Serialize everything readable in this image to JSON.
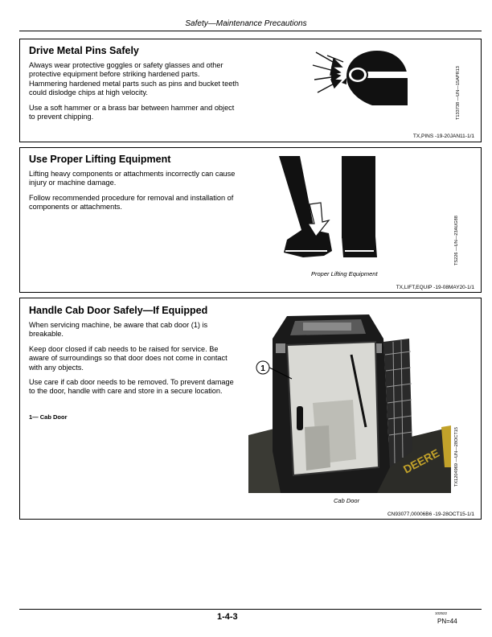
{
  "header": {
    "title": "Safety—Maintenance Precautions"
  },
  "sections": [
    {
      "title": "Drive Metal Pins Safely",
      "paragraphs": [
        "Always wear protective goggles or safety glasses and other protective equipment before striking hardened parts. Hammering hardened metal parts such as pins and bucket teeth could dislodge chips at high velocity.",
        "Use a soft hammer or a brass bar between hammer and object to prevent chipping."
      ],
      "image_code": "T133738 —UN—15APR13",
      "ref": "TX,PINS -19-20JAN11-1/1",
      "image_icon": "goggles-warning-icon"
    },
    {
      "title": "Use Proper Lifting Equipment",
      "paragraphs": [
        "Lifting heavy components or attachments incorrectly can cause injury or machine damage.",
        "Follow recommended procedure for removal and installation of components or attachments."
      ],
      "image_code": "TS226 —UN—23AUG88",
      "caption": "Proper Lifting Equipment",
      "ref": "TX,LIFT,EQUIP -19-08MAY20-1/1",
      "image_icon": "lifting-legs-icon"
    },
    {
      "title": "Handle Cab Door Safely—If Equipped",
      "paragraphs": [
        "When servicing machine, be aware that cab door (1) is breakable.",
        "Keep door closed if cab needs to be raised for service. Be aware of surroundings so that door does not come in contact with any objects.",
        "Use care if cab door needs to be removed. To prevent damage to the door, handle with care and store in a secure location."
      ],
      "callout_label": "1— Cab Door",
      "callout_number": "1",
      "brand_text": "DEERE",
      "image_code": "TX1204969 —UN—28OCT15",
      "caption": "Cab Door",
      "ref": "CN93077,00006B6 -19-28OCT15-1/1",
      "image_icon": "cab-door-photo"
    }
  ],
  "footer": {
    "page_number": "1-4-3",
    "small_code": "102522",
    "pn": "PN=44"
  }
}
